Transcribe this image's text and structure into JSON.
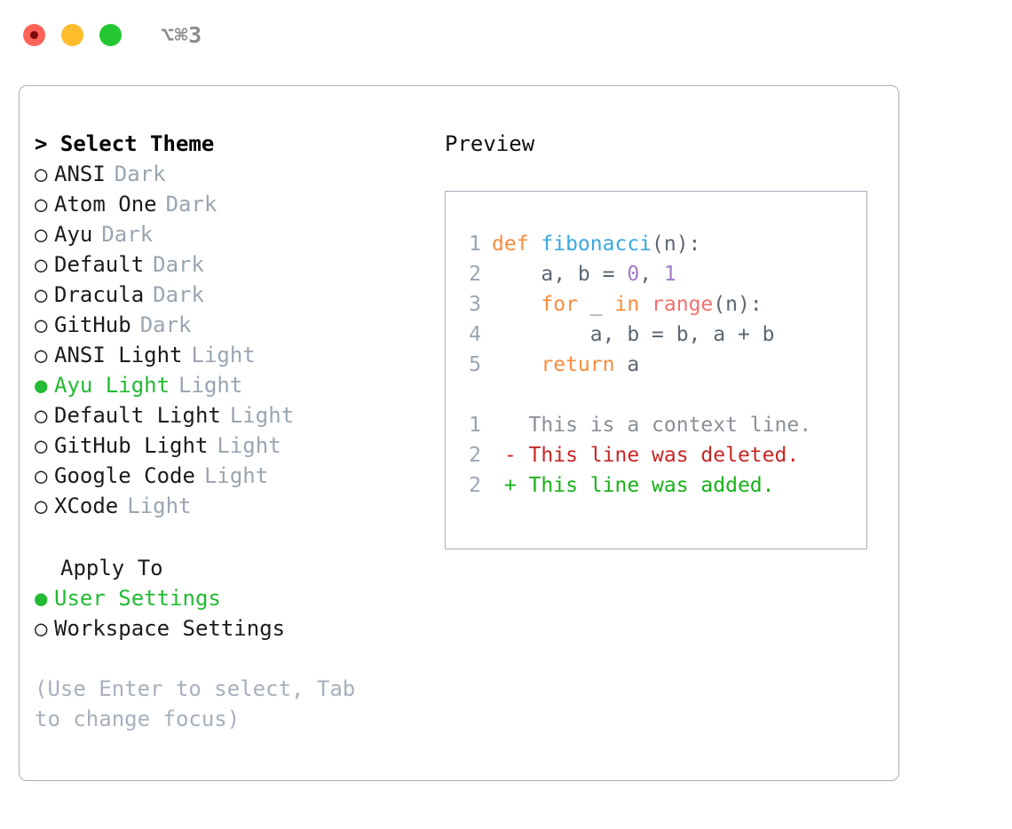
{
  "titlebar": {
    "shortcut": "⌥⌘3",
    "lights": [
      {
        "name": "close",
        "color": "#ff6259"
      },
      {
        "name": "minimize",
        "color": "#fcbc2c"
      },
      {
        "name": "maximize",
        "color": "#24c732"
      }
    ]
  },
  "theme_selector": {
    "heading": "> Select Theme",
    "bullet_selected": "●",
    "bullet_unselected": "○",
    "selected_color": "#22bb33",
    "tag_color": "#9aa5b1",
    "items": [
      {
        "name": "ANSI",
        "tag": "Dark",
        "selected": false
      },
      {
        "name": "Atom One",
        "tag": "Dark",
        "selected": false
      },
      {
        "name": "Ayu",
        "tag": "Dark",
        "selected": false
      },
      {
        "name": "Default",
        "tag": "Dark",
        "selected": false
      },
      {
        "name": "Dracula",
        "tag": "Dark",
        "selected": false
      },
      {
        "name": "GitHub",
        "tag": "Dark",
        "selected": false
      },
      {
        "name": "ANSI Light",
        "tag": "Light",
        "selected": false
      },
      {
        "name": "Ayu Light",
        "tag": "Light",
        "selected": true
      },
      {
        "name": "Default Light",
        "tag": "Light",
        "selected": false
      },
      {
        "name": "GitHub Light",
        "tag": "Light",
        "selected": false
      },
      {
        "name": "Google Code",
        "tag": "Light",
        "selected": false
      },
      {
        "name": "XCode",
        "tag": "Light",
        "selected": false
      }
    ]
  },
  "apply_to": {
    "heading": "Apply To",
    "items": [
      {
        "name": "User Settings",
        "selected": true
      },
      {
        "name": "Workspace Settings",
        "selected": false
      }
    ]
  },
  "hint": "(Use Enter to select, Tab to change focus)",
  "preview": {
    "title": "Preview",
    "code_lines": [
      {
        "num": "1",
        "tokens": [
          {
            "t": "def ",
            "c": "kw"
          },
          {
            "t": "fibonacci",
            "c": "fn"
          },
          {
            "t": "(n):",
            "c": "pl"
          }
        ]
      },
      {
        "num": "2",
        "tokens": [
          {
            "t": "    a, b = ",
            "c": "pl"
          },
          {
            "t": "0",
            "c": "num"
          },
          {
            "t": ", ",
            "c": "pl"
          },
          {
            "t": "1",
            "c": "num"
          }
        ]
      },
      {
        "num": "3",
        "tokens": [
          {
            "t": "    ",
            "c": "pl"
          },
          {
            "t": "for",
            "c": "kw"
          },
          {
            "t": " _ ",
            "c": "pl"
          },
          {
            "t": "in",
            "c": "kw"
          },
          {
            "t": " ",
            "c": "pl"
          },
          {
            "t": "range",
            "c": "bi"
          },
          {
            "t": "(n):",
            "c": "pl"
          }
        ]
      },
      {
        "num": "4",
        "tokens": [
          {
            "t": "        a, b = b, a + b",
            "c": "pl"
          }
        ]
      },
      {
        "num": "5",
        "tokens": [
          {
            "t": "    ",
            "c": "pl"
          },
          {
            "t": "return",
            "c": "kw"
          },
          {
            "t": " a",
            "c": "pl"
          }
        ]
      }
    ],
    "diff_lines": [
      {
        "num": "1",
        "marker": " ",
        "text": " This is a context line.",
        "kind": "ctx"
      },
      {
        "num": "2",
        "marker": "-",
        "text": " This line was deleted.",
        "kind": "del"
      },
      {
        "num": "2",
        "marker": "+",
        "text": " This line was added.",
        "kind": "add"
      }
    ],
    "syntax_colors": {
      "keyword": "#fa8d3e",
      "function": "#39a7e0",
      "number": "#a37acc",
      "builtin": "#f07171",
      "plain": "#5c6773",
      "line_number": "#9aa5b1",
      "diff_context": "#8a8f98",
      "diff_deleted": "#c82626",
      "diff_added": "#18b218"
    }
  }
}
